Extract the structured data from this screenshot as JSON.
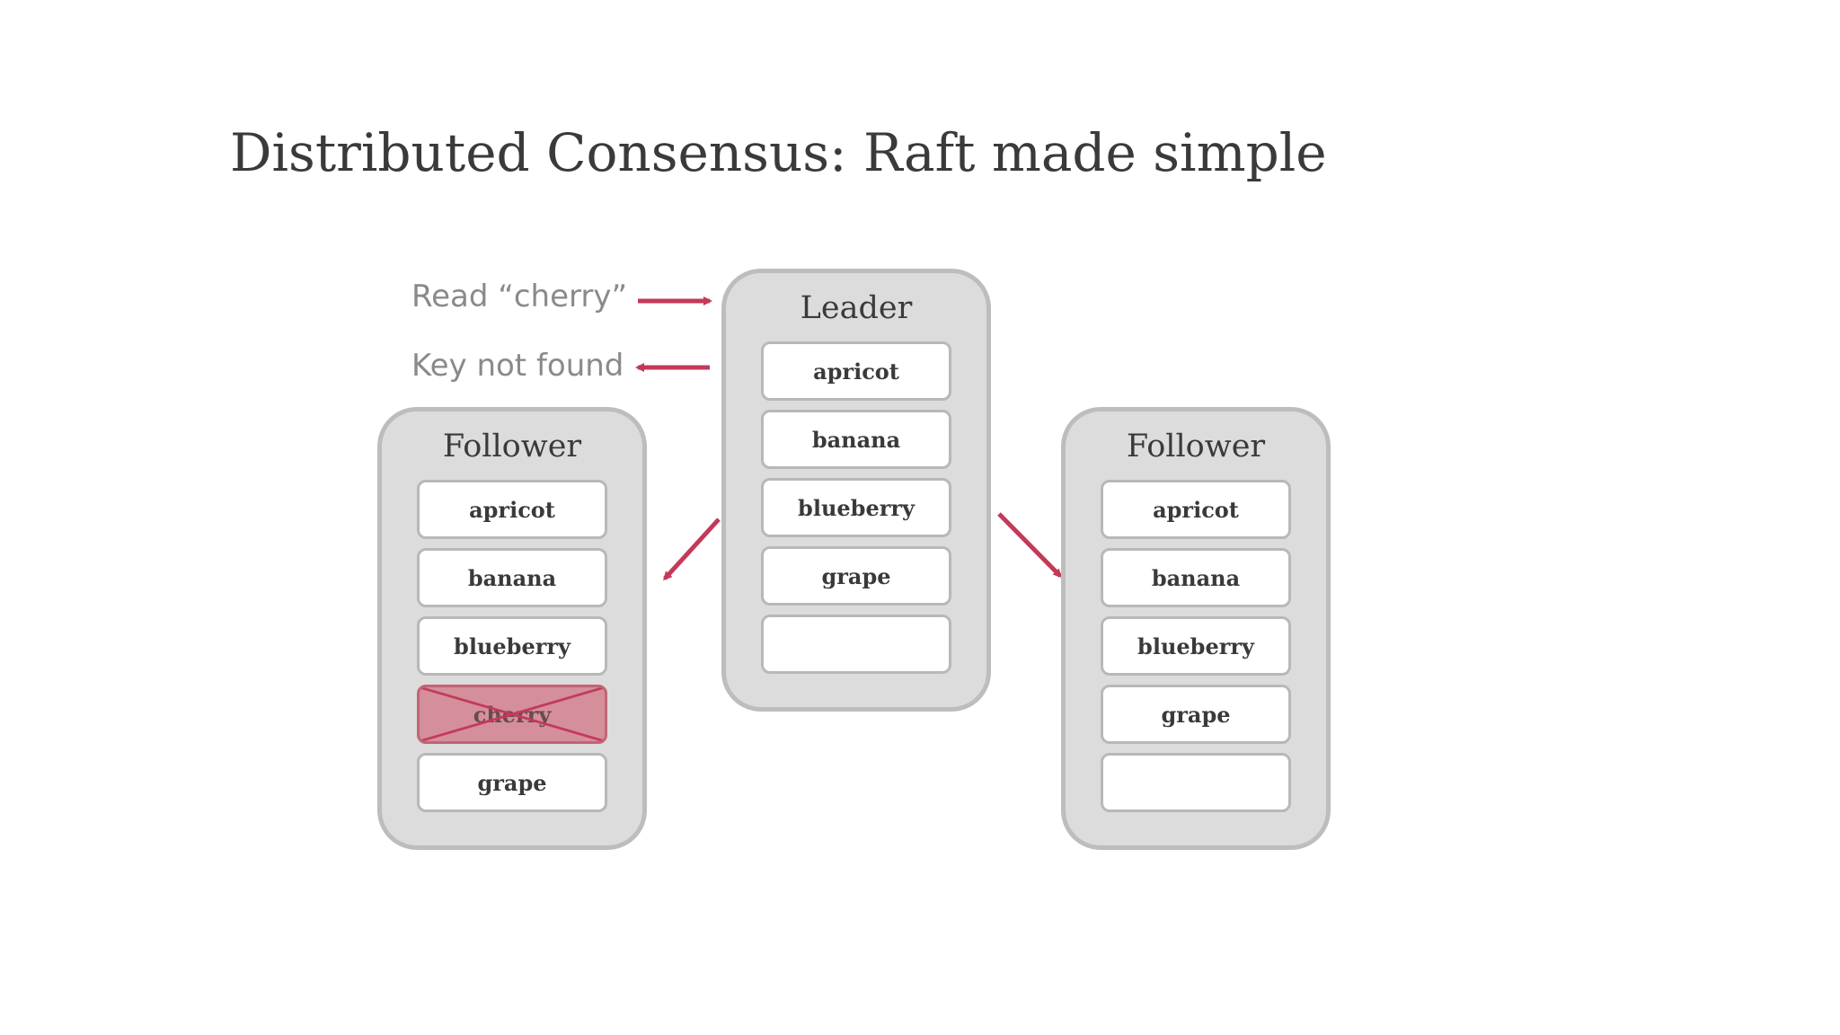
{
  "title": "Distributed Consensus: Raft made simple",
  "messages": {
    "request": "Read “cherry”",
    "response": "Key not found"
  },
  "colors": {
    "arrow": "#c4395a",
    "deleted_entry": "#d48f9a",
    "node_fill": "#dcdcdc"
  },
  "leader": {
    "label": "Leader",
    "entries": [
      "apricot",
      "banana",
      "blueberry",
      "grape",
      ""
    ]
  },
  "follower_left": {
    "label": "Follower",
    "entries": [
      "apricot",
      "banana",
      "blueberry",
      "cherry",
      "grape"
    ],
    "deleted_entry": "cherry"
  },
  "follower_right": {
    "label": "Follower",
    "entries": [
      "apricot",
      "banana",
      "blueberry",
      "grape",
      ""
    ]
  }
}
